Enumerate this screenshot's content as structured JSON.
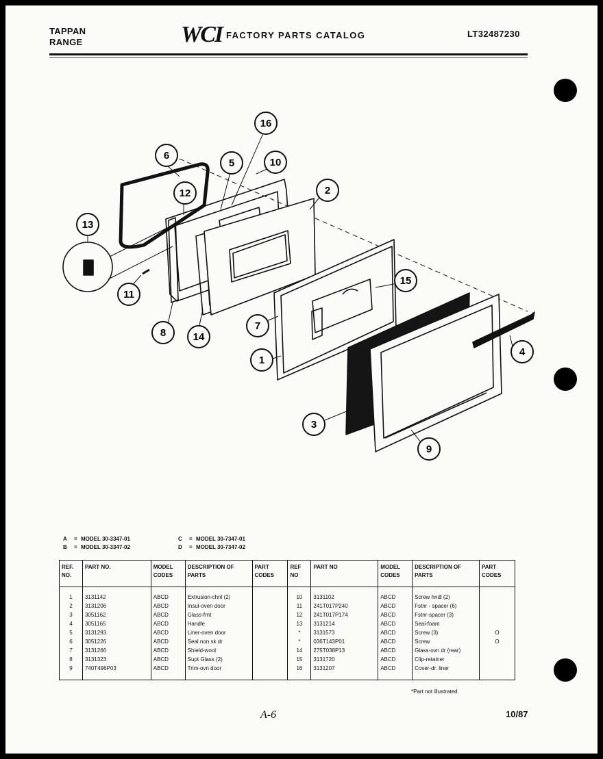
{
  "header": {
    "brand_line1": "TAPPAN",
    "brand_line2": "RANGE",
    "logo": "WCI",
    "title": "FACTORY PARTS CATALOG",
    "catalog_number": "LT32487230"
  },
  "diagram": {
    "callouts": [
      "1",
      "2",
      "3",
      "4",
      "5",
      "6",
      "7",
      "8",
      "9",
      "10",
      "11",
      "12",
      "13",
      "14",
      "15",
      "16"
    ]
  },
  "model_key": [
    {
      "letter": "A",
      "model": "MODEL 30-3347-01"
    },
    {
      "letter": "B",
      "model": "MODEL 30-3347-02"
    },
    {
      "letter": "C",
      "model": "MODEL 30-7347-01"
    },
    {
      "letter": "D",
      "model": "MODEL 30-7347-02"
    }
  ],
  "model_key_eq": "=",
  "table": {
    "headers": {
      "ref_no": "REF. NO.",
      "part_no": "PART NO.",
      "model_codes": "MODEL CODES",
      "description": "DESCRIPTION OF PARTS",
      "part_codes": "PART CODES",
      "ref_no_right": "REF NO",
      "part_no_right": "PART NO",
      "model_codes_right": "MODEL CODES",
      "description_right": "DESCRIPTION OF PARTS",
      "part_codes_right": "PART CODES"
    },
    "rows": [
      {
        "ref": "1",
        "part": "3131142",
        "model": "ABCD",
        "desc": "Extrusion-chnl (2)",
        "codes": "",
        "ref2": "10",
        "part2": "3131102",
        "model2": "ABCD",
        "desc2": "Screw hndl (2)",
        "codes2": ""
      },
      {
        "ref": "2",
        "part": "3131206",
        "model": "ABCD",
        "desc": "Insul-oven door",
        "codes": "",
        "ref2": "11",
        "part2": "241T017P240",
        "model2": "ABCD",
        "desc2": "Fstnr - spacer (6)",
        "codes2": ""
      },
      {
        "ref": "3",
        "part": "3051162",
        "model": "ABCD",
        "desc": "Glass-frnt",
        "codes": "",
        "ref2": "12",
        "part2": "241T017P174",
        "model2": "ABCD",
        "desc2": "Fstnr-spacer (3)",
        "codes2": ""
      },
      {
        "ref": "4",
        "part": "3051165",
        "model": "ABCD",
        "desc": "Handle",
        "codes": "",
        "ref2": "13",
        "part2": "3131214",
        "model2": "ABCD",
        "desc2": "Seal-foam",
        "codes2": ""
      },
      {
        "ref": "5",
        "part": "3131293",
        "model": "ABCD",
        "desc": "Liner-oven door",
        "codes": "",
        "ref2": "*",
        "part2": "3131573",
        "model2": "ABCD",
        "desc2": "Screw (3)",
        "codes2": "O"
      },
      {
        "ref": "6",
        "part": "3051226",
        "model": "ABCD",
        "desc": "Seal non sk dr",
        "codes": "",
        "ref2": "*",
        "part2": "036T143P01",
        "model2": "ABCD",
        "desc2": "Screw",
        "codes2": "O"
      },
      {
        "ref": "7",
        "part": "3131266",
        "model": "ABCD",
        "desc": "Shield-wool",
        "codes": "",
        "ref2": "14",
        "part2": "275T038P13",
        "model2": "ABCD",
        "desc2": "Glass-ovn dr (rear)",
        "codes2": ""
      },
      {
        "ref": "8",
        "part": "3131323",
        "model": "ABCD",
        "desc": "Supt Glass (2)",
        "codes": "",
        "ref2": "15",
        "part2": "3131720",
        "model2": "ABCD",
        "desc2": "Clip-retainer",
        "codes2": ""
      },
      {
        "ref": "9",
        "part": "740T496P03",
        "model": "ABCD",
        "desc": "Trim-ovn door",
        "codes": "",
        "ref2": "16",
        "part2": "3131207",
        "model2": "ABCD",
        "desc2": "Cover-dr. liner",
        "codes2": ""
      }
    ]
  },
  "footnote": "*Part not illustrated",
  "page_code": "A-6",
  "date": "10/87"
}
